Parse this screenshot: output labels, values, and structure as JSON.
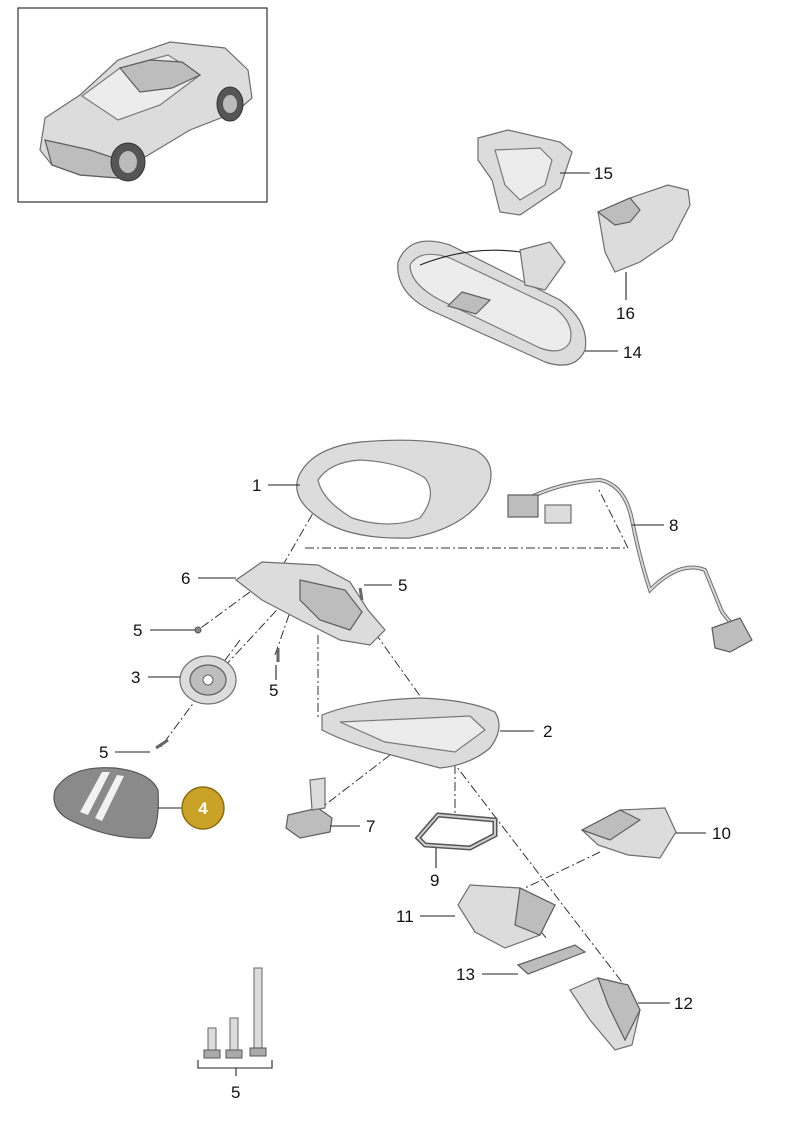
{
  "colors": {
    "highlight_fill": "#c9a227",
    "highlight_stroke": "#8c6d10",
    "highlight_text": "#ffffff"
  },
  "inset": {
    "icon": "car-overview-icon"
  },
  "callouts": [
    {
      "id": "c15",
      "label": "15"
    },
    {
      "id": "c16",
      "label": "16"
    },
    {
      "id": "c14",
      "label": "14"
    },
    {
      "id": "c1",
      "label": "1"
    },
    {
      "id": "c8",
      "label": "8"
    },
    {
      "id": "c6",
      "label": "6"
    },
    {
      "id": "c5a",
      "label": "5"
    },
    {
      "id": "c5b",
      "label": "5"
    },
    {
      "id": "c5c",
      "label": "5"
    },
    {
      "id": "c3",
      "label": "3"
    },
    {
      "id": "c2",
      "label": "2"
    },
    {
      "id": "c5d",
      "label": "5"
    },
    {
      "id": "c4",
      "label": "4"
    },
    {
      "id": "c7",
      "label": "7"
    },
    {
      "id": "c10",
      "label": "10"
    },
    {
      "id": "c9",
      "label": "9"
    },
    {
      "id": "c11",
      "label": "11"
    },
    {
      "id": "c13",
      "label": "13"
    },
    {
      "id": "c12",
      "label": "12"
    },
    {
      "id": "c5e",
      "label": "5"
    }
  ]
}
